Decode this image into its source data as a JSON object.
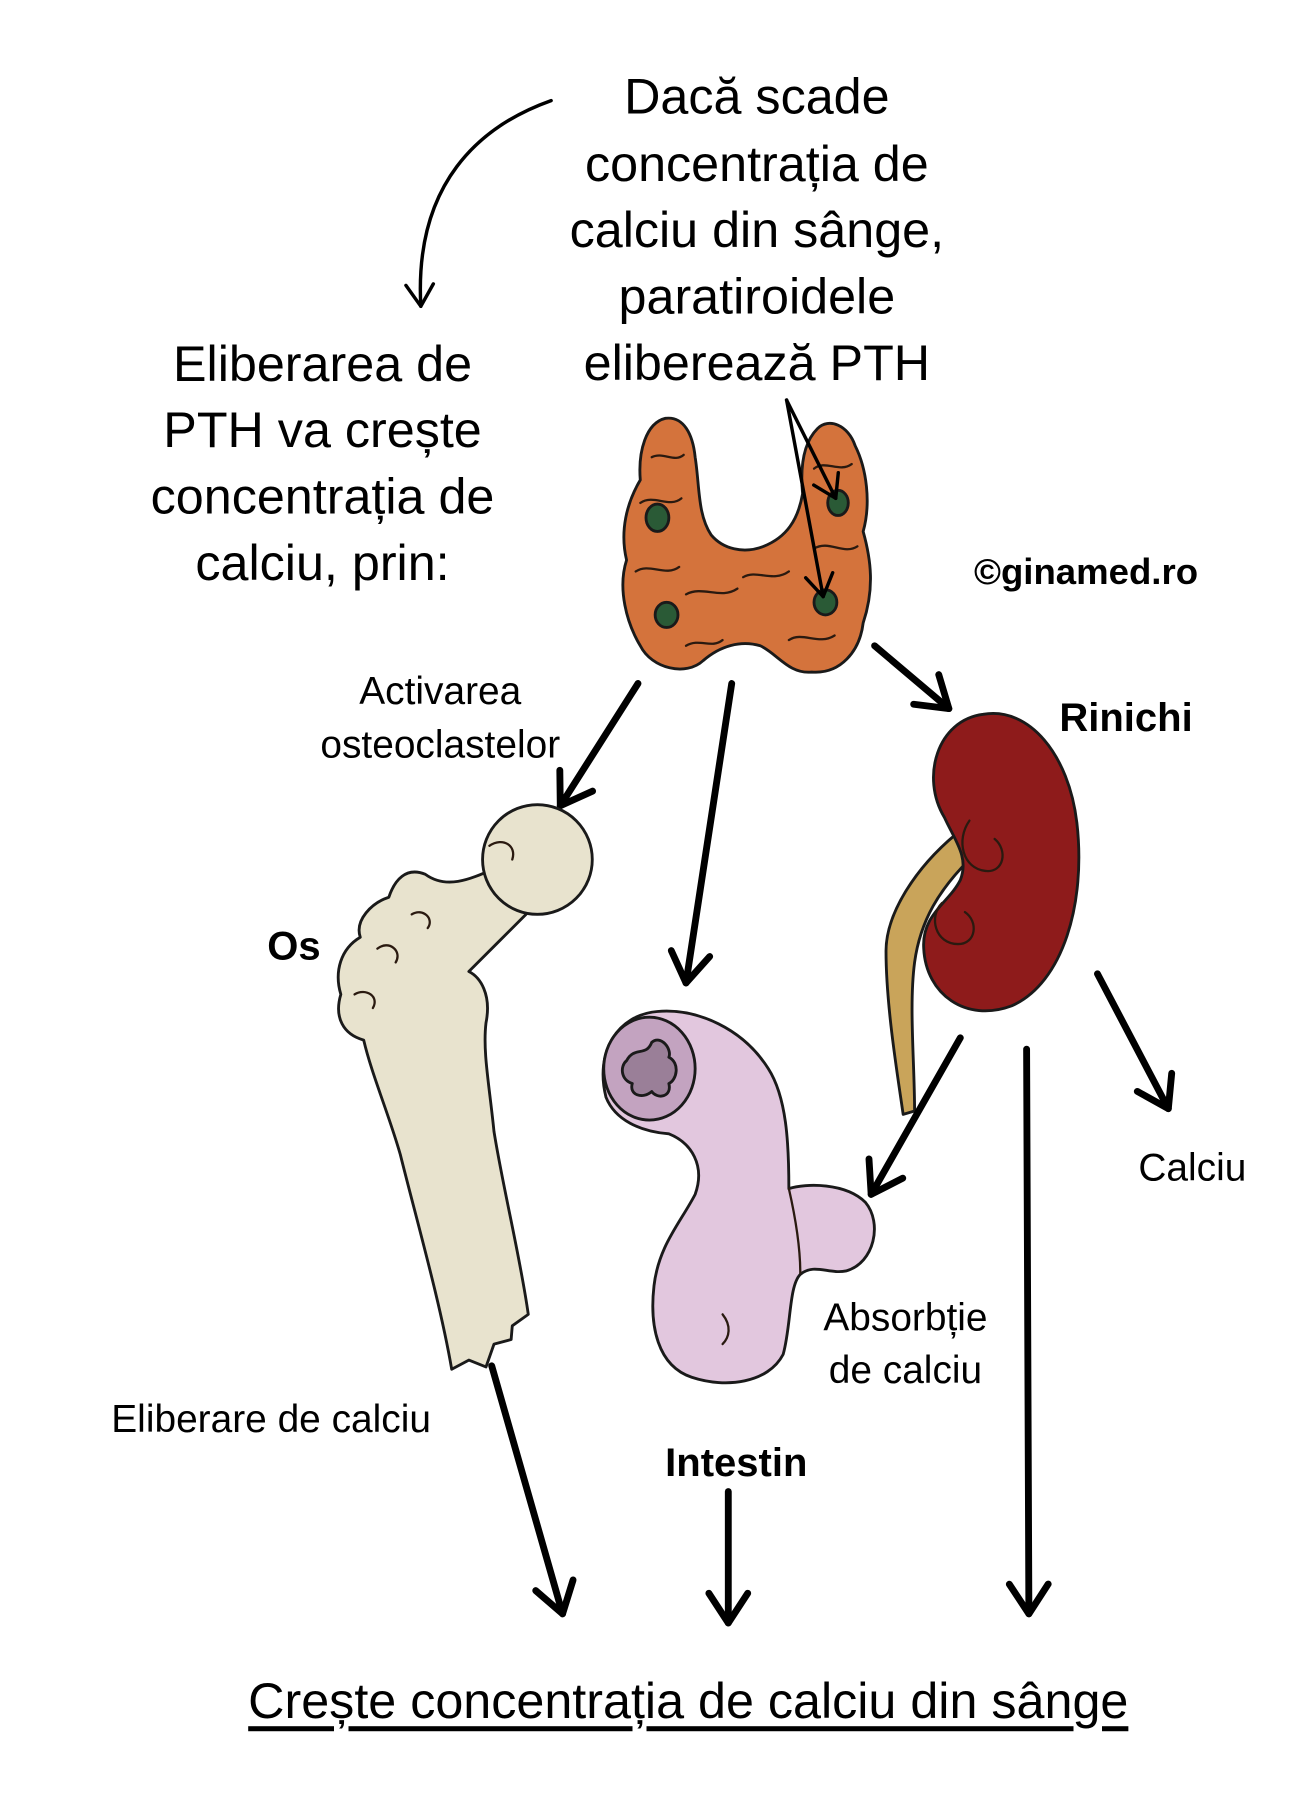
{
  "intro": {
    "lines": [
      "Dacă scade",
      "concentrația de",
      "calciu din sânge,",
      "paratiroidele",
      "eliberează PTH"
    ]
  },
  "effect": {
    "lines": [
      "Eliberarea de",
      "PTH va crește",
      "concentrația de",
      "calciu, prin:"
    ]
  },
  "watermark": "©ginamed.ro",
  "labels": {
    "osteoclast_activation": [
      "Activarea",
      "osteoclastelor"
    ],
    "kidney": "Rinichi",
    "bone": "Os",
    "calcium": "Calciu",
    "absorption": [
      "Absorbție",
      "de calciu"
    ],
    "calcium_release": "Eliberare de calciu",
    "intestine": "Intestin"
  },
  "conclusion": "Crește concentrația de calciu din sânge",
  "colors": {
    "thyroid": "#D4733C",
    "parathyroid": "#2A5A36",
    "kidney": "#8E1B1B",
    "ureter": "#C9A45A",
    "bone": "#E8E3CE",
    "intestine": "#E2C7DE",
    "intestine_lumen": "#C3A3C0",
    "intestine_lumen_inner": "#9A7F98",
    "watermark": "#1E88E5"
  }
}
